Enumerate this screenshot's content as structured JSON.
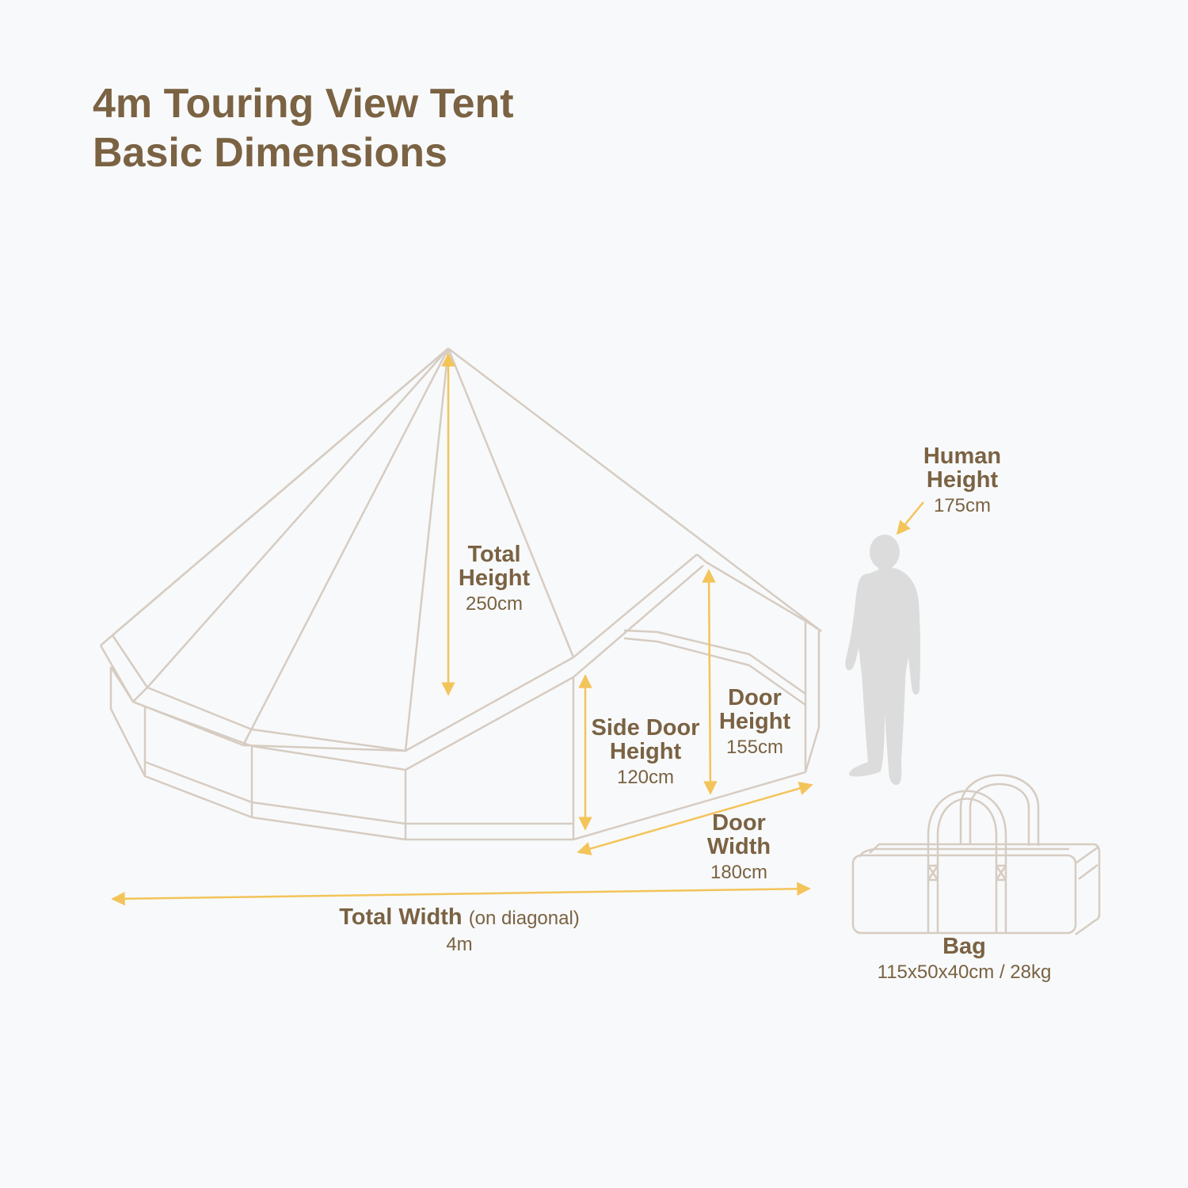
{
  "title": {
    "line1": "4m Touring View Tent",
    "line2": "Basic Dimensions"
  },
  "colors": {
    "background": "#f8f9fa",
    "text": "#7a6243",
    "outline": "#d6ccc2",
    "arrow": "#f3c45a",
    "silhouette": "#dcdcdc"
  },
  "dimensions": {
    "total_height": {
      "label_line1": "Total",
      "label_line2": "Height",
      "value": "250cm"
    },
    "side_door_height": {
      "label_line1": "Side Door",
      "label_line2": "Height",
      "value": "120cm"
    },
    "door_height": {
      "label_line1": "Door",
      "label_line2": "Height",
      "value": "155cm"
    },
    "door_width": {
      "label_line1": "Door",
      "label_line2": "Width",
      "value": "180cm"
    },
    "total_width": {
      "label": "Total Width",
      "note": "(on diagonal)",
      "value": "4m"
    },
    "human_height": {
      "label_line1": "Human",
      "label_line2": "Height",
      "value": "175cm"
    },
    "bag": {
      "label": "Bag",
      "value": "115x50x40cm / 28kg"
    }
  },
  "icons": [
    "tent-outline-icon",
    "human-silhouette-icon",
    "duffel-bag-icon",
    "dimension-arrow-icon"
  ]
}
